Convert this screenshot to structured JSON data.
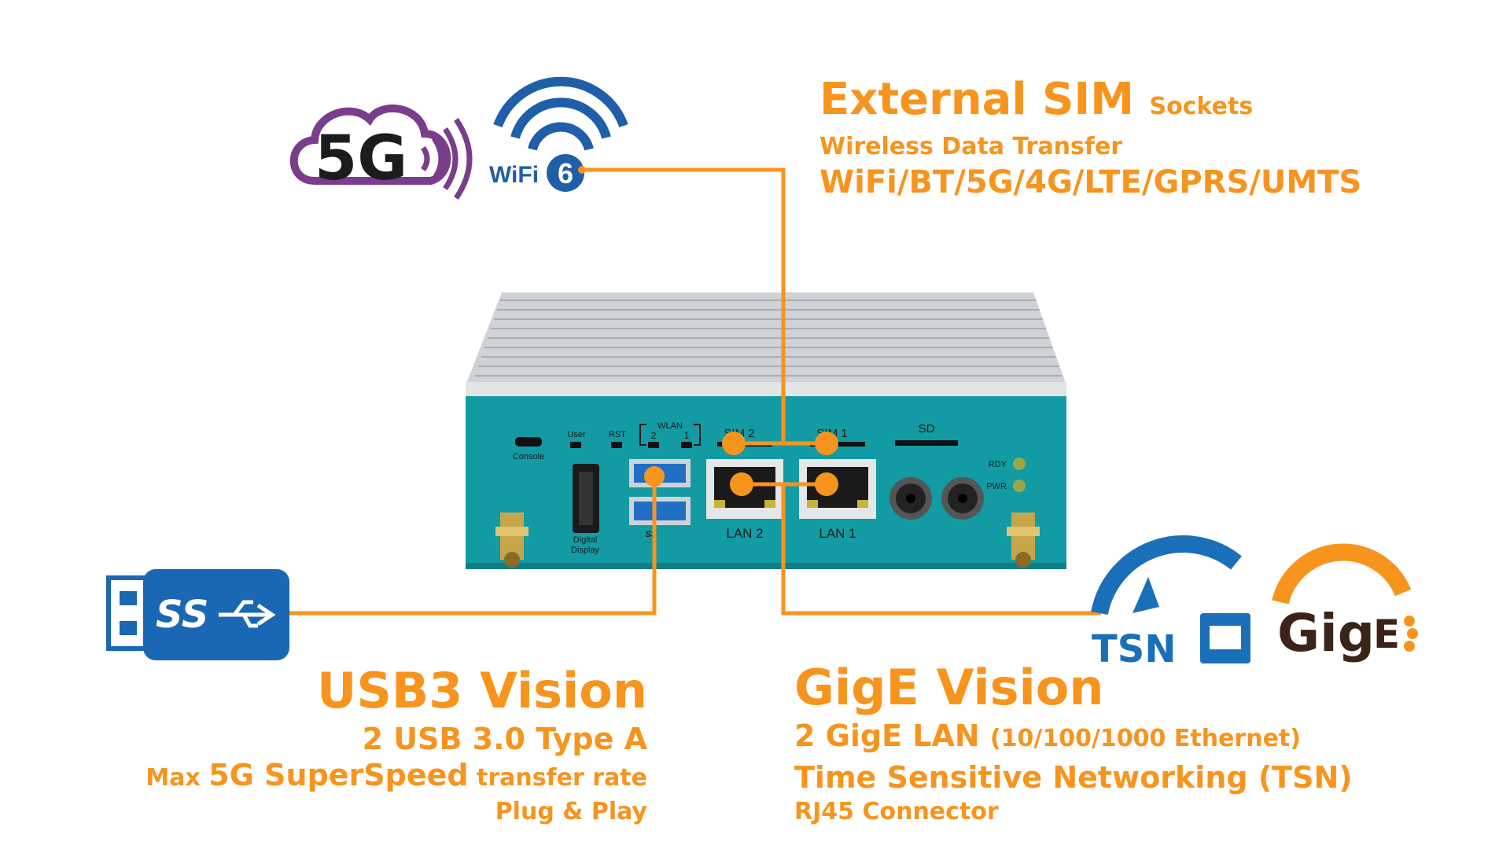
{
  "sim": {
    "title_big": "External SIM",
    "title_small": "Sockets",
    "line2": "Wireless Data Transfer",
    "line3": "WiFi/BT/5G/4G/LTE/GPRS/UMTS"
  },
  "usb": {
    "title": "USB3 Vision",
    "line1": "2 USB 3.0 Type A",
    "line2_a": "Max ",
    "line2_b": "5G SuperSpeed",
    "line2_c": " transfer rate",
    "line3": "Plug & Play"
  },
  "gige": {
    "title": "GigE Vision",
    "line1_a": "2 GigE LAN ",
    "line1_b": "(10/100/1000 Ethernet)",
    "line2": "Time Sensitive Networking (TSN)",
    "line3": "RJ45 Connector"
  },
  "logos": {
    "fiveg": "5G",
    "wifi": "WiFi",
    "wifi_num": "6",
    "usb_ss": "SS",
    "tsn": "TSN",
    "gige_g": "Gig",
    "gige_e": "E"
  },
  "device": {
    "console": "Console",
    "user": "User",
    "rst": "RST",
    "wlan": "WLAN",
    "wlan2": "2",
    "wlan1": "1",
    "sim2": "SIM 2",
    "sim1": "SIM 1",
    "sd": "SD",
    "rdy": "RDY",
    "pwr": "PWR",
    "lan2": "LAN 2",
    "lan1": "LAN 1",
    "digital": "Digital",
    "display": "Display",
    "ss_small": "SS"
  },
  "colors": {
    "accent": "#f7941d",
    "device_body": "#139ba3",
    "heatsink": "#cfd2d6",
    "tsn_blue": "#1a6fb9",
    "usb_blue": "#1a67b3",
    "fiveg_purple": "#7a3d8c",
    "wifi_blue": "#1e5fa8",
    "gige_dark": "#3a2418"
  }
}
